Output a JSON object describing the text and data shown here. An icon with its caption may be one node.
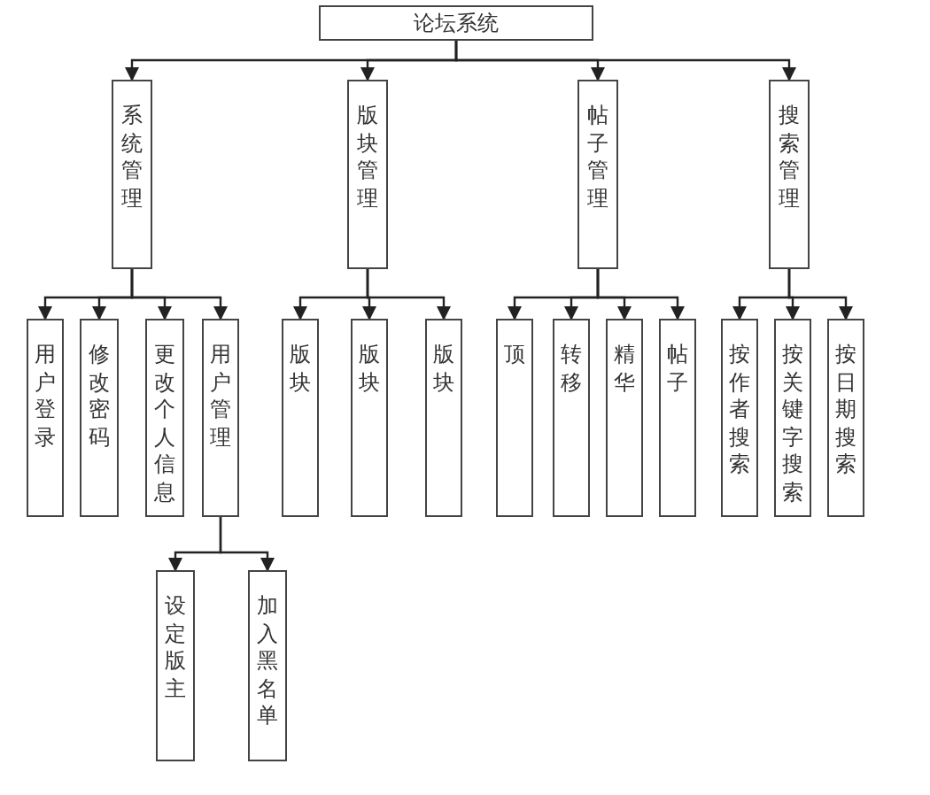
{
  "diagram": {
    "nodes": [
      {
        "text": [
          "论坛系统"
        ]
      },
      {
        "text": [
          "系统管理"
        ]
      },
      {
        "text": [
          "版块管理"
        ]
      },
      {
        "text": [
          "帖子管理"
        ]
      },
      {
        "text": [
          "搜索管理"
        ]
      },
      {
        "text": [
          "用户登录"
        ]
      },
      {
        "text": [
          "修改密码"
        ]
      },
      {
        "text": [
          "更改个人信息"
        ]
      },
      {
        "text": [
          "用户管理"
        ]
      },
      {
        "text": [
          "版块"
        ]
      },
      {
        "text": [
          "版块"
        ]
      },
      {
        "text": [
          "版块"
        ]
      },
      {
        "text": [
          "顶"
        ]
      },
      {
        "text": [
          "转移"
        ]
      },
      {
        "text": [
          "精华"
        ]
      },
      {
        "text": [
          "帖子"
        ]
      },
      {
        "text": [
          "按作者搜索"
        ]
      },
      {
        "text": [
          "按关键字搜索"
        ]
      },
      {
        "text": [
          "按日期搜索"
        ]
      },
      {
        "text": [
          "设定版主"
        ]
      },
      {
        "text": [
          "加入黑名单"
        ]
      }
    ],
    "edges": [
      {
        "from": 0,
        "to": 1,
        "arrow": "to"
      },
      {
        "from": 0,
        "to": 2,
        "arrow": "to"
      },
      {
        "from": 0,
        "to": 3,
        "arrow": "to"
      },
      {
        "from": 0,
        "to": 4,
        "arrow": "to"
      },
      {
        "from": 1,
        "to": 5,
        "arrow": "to"
      },
      {
        "from": 1,
        "to": 6,
        "arrow": "to"
      },
      {
        "from": 1,
        "to": 7,
        "arrow": "to"
      },
      {
        "from": 1,
        "to": 8,
        "arrow": "to"
      },
      {
        "from": 2,
        "to": 9,
        "arrow": "to"
      },
      {
        "from": 2,
        "to": 10,
        "arrow": "to"
      },
      {
        "from": 2,
        "to": 11,
        "arrow": "to"
      },
      {
        "from": 3,
        "to": 12,
        "arrow": "to"
      },
      {
        "from": 3,
        "to": 13,
        "arrow": "to"
      },
      {
        "from": 3,
        "to": 14,
        "arrow": "to"
      },
      {
        "from": 3,
        "to": 15,
        "arrow": "to"
      },
      {
        "from": 4,
        "to": 16,
        "arrow": "to"
      },
      {
        "from": 4,
        "to": 17,
        "arrow": "to"
      },
      {
        "from": 4,
        "to": 18,
        "arrow": "to"
      },
      {
        "from": 8,
        "to": 19,
        "arrow": "to"
      },
      {
        "from": 8,
        "to": 20,
        "arrow": "to"
      }
    ]
  }
}
